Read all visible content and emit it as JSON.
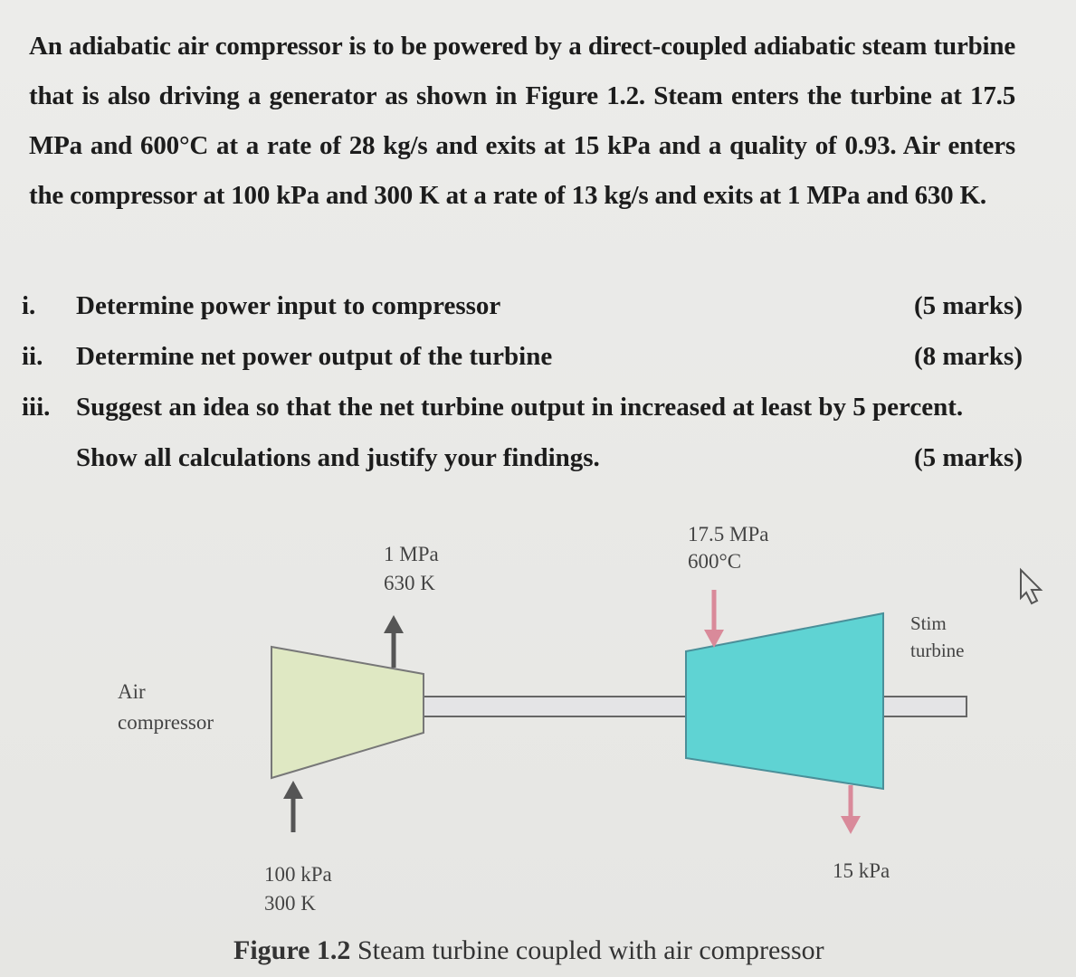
{
  "problem": {
    "paragraph": "An adiabatic air compressor is to be powered by a direct-coupled adiabatic steam turbine that is also driving a generator as shown in ",
    "figure_ref": "Figure 1.2",
    "paragraph_tail": ". Steam enters the turbine at 17.5 MPa and 600°C at a rate of 28 kg/s and exits at 15 kPa and a quality of 0.93. Air enters the compressor at 100 kPa and 300 K at a rate of 13 kg/s and exits at 1 MPa and 630 K."
  },
  "questions": [
    {
      "num": "i.",
      "text": "Determine power input to compressor",
      "marks": "(5 marks)"
    },
    {
      "num": "ii.",
      "text": "Determine net power output of the turbine",
      "marks": "(8 marks)"
    },
    {
      "num": "iii.",
      "text": "Suggest an idea so that the net turbine output in increased at least by 5 percent.",
      "marks": ""
    },
    {
      "num": "",
      "text": "Show all calculations and justify your findings.",
      "marks": "(5 marks)"
    }
  ],
  "diagram": {
    "compressor_out_p": "1 MPa",
    "compressor_out_t": "630 K",
    "turbine_in_p": "17.5 MPa",
    "turbine_in_t": "600°C",
    "turbine_label_1": "Stim",
    "turbine_label_2": "turbine",
    "compressor_label_1": "Air",
    "compressor_label_2": "compressor",
    "compressor_in_p": "100 kPa",
    "compressor_in_t": "300 K",
    "turbine_out_p": "15 kPa",
    "colors": {
      "compressor": "#dfe8c3",
      "turbine": "#5fd3d3",
      "steam_arrow": "#d98a9a",
      "air_arrow": "#555555"
    }
  },
  "caption": {
    "label": "Figure 1.2",
    "text": " Steam turbine coupled with air compressor"
  }
}
